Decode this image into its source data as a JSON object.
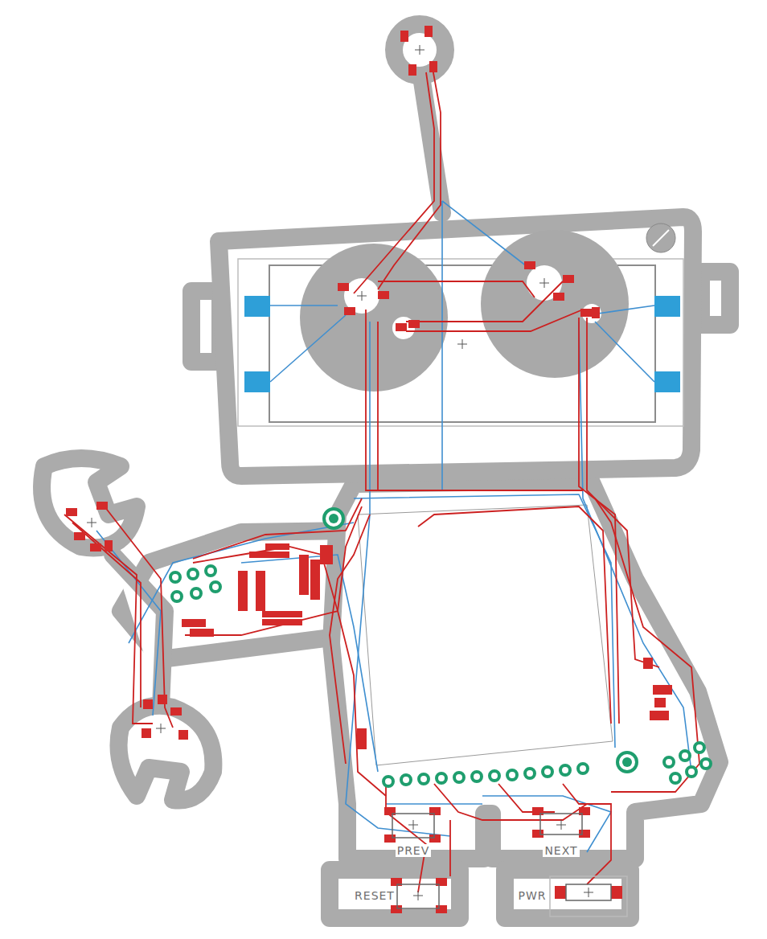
{
  "diagram": {
    "nodes": [
      {
        "text": [
          "RESET"
        ]
      },
      {
        "text": [
          "PWR"
        ]
      }
    ],
    "labels": [
      "PREV",
      "NEXT"
    ]
  }
}
